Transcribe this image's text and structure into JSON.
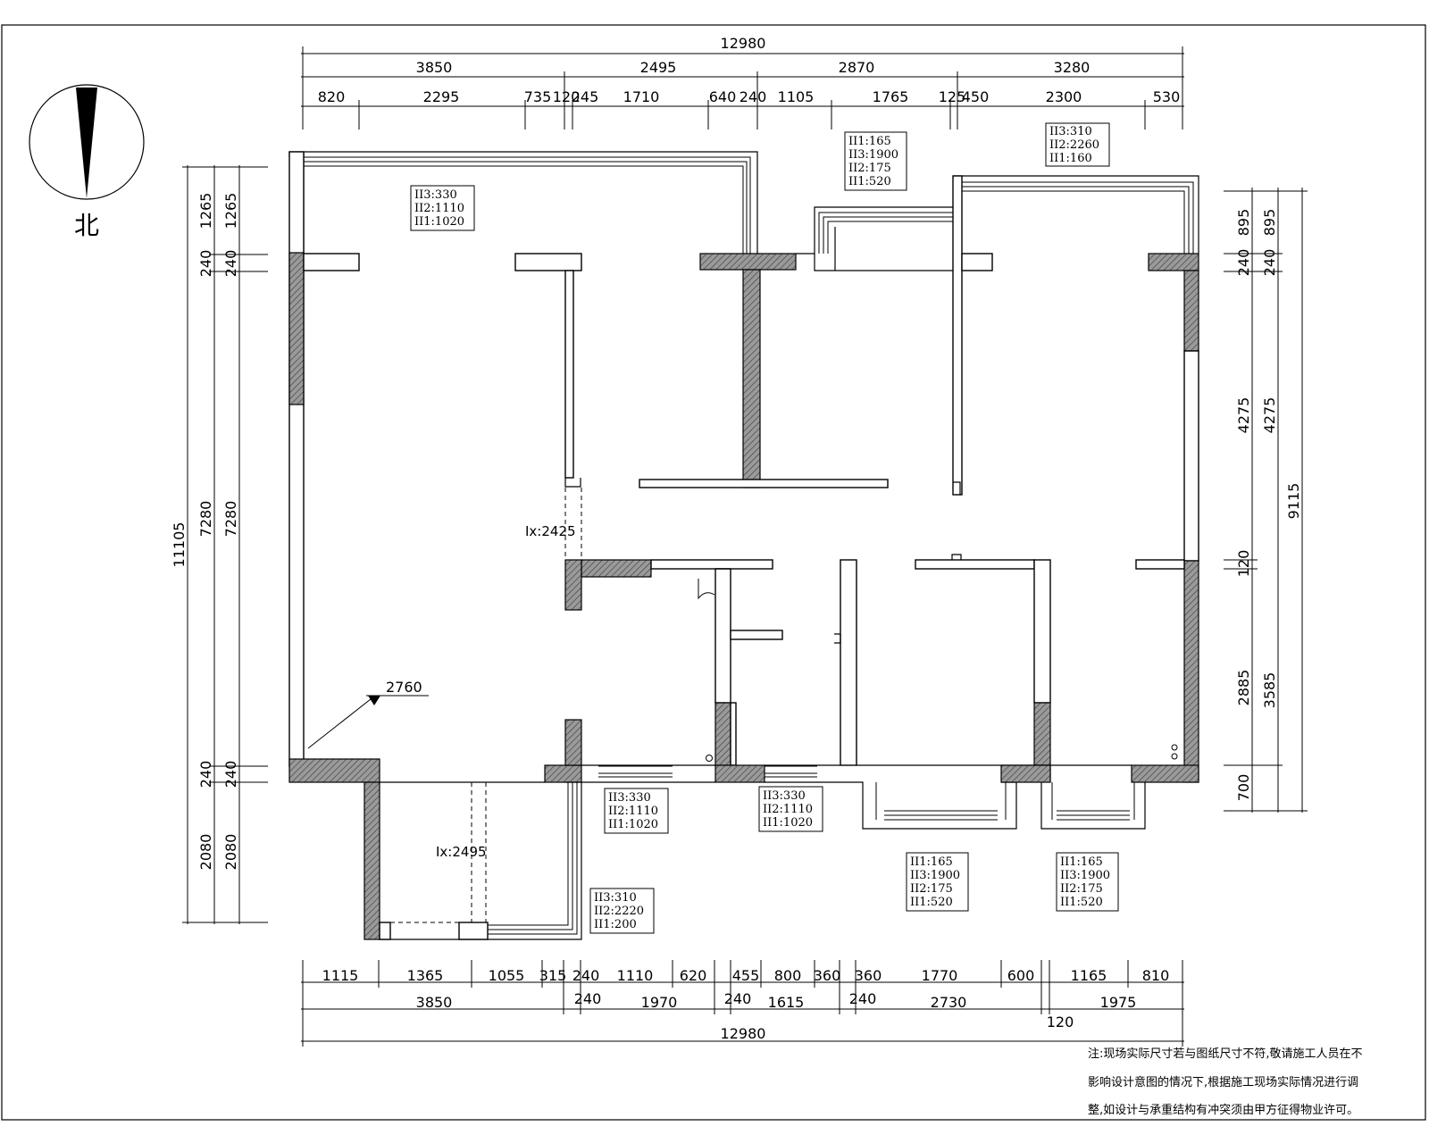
{
  "compass": {
    "label": "北"
  },
  "dims": {
    "top_total": "12980",
    "top_mid": [
      "3850",
      "2495",
      "2870",
      "3280"
    ],
    "top_detail": [
      "820",
      "2295",
      "735",
      "120",
      "245",
      "1710",
      "640",
      "240",
      "1105",
      "1765",
      "125",
      "450",
      "2300",
      "530"
    ],
    "bottom_detail": [
      "1115",
      "1365",
      "1055",
      "315",
      "240",
      "1110",
      "620",
      "455",
      "800",
      "360",
      "360",
      "1770",
      "600",
      "1165",
      "810"
    ],
    "bottom_mid": [
      "3850",
      "240",
      "1970",
      "240",
      "1615",
      "240",
      "2730",
      "120",
      "1975"
    ],
    "bottom_total": "12980",
    "left_outer": "11105",
    "left_a": [
      "1265",
      "240",
      "7280",
      "240",
      "2080"
    ],
    "left_b": [
      "1265",
      "240",
      "7280",
      "240",
      "2080"
    ],
    "right_outer": "9115",
    "right_a": [
      "895",
      "240",
      "4275",
      "120",
      "2885",
      "700"
    ],
    "right_b": [
      "895",
      "240",
      "4275",
      "3585"
    ]
  },
  "windows": [
    {
      "lines": [
        "II3:330",
        "II2:1110",
        "II1:1020"
      ]
    },
    {
      "lines": [
        "II1:165",
        "II3:1900",
        "II2:175",
        "II1:520"
      ]
    },
    {
      "lines": [
        "II3:310",
        "II2:2260",
        "II1:160"
      ]
    },
    {
      "lines": [
        "II3:330",
        "II2:1110",
        "II1:1020"
      ]
    },
    {
      "lines": [
        "II3:330",
        "II2:1110",
        "II1:1020"
      ]
    },
    {
      "lines": [
        "II3:310",
        "II2:2220",
        "II1:200"
      ]
    },
    {
      "lines": [
        "II1:165",
        "II3:1900",
        "II2:175",
        "II1:520"
      ]
    },
    {
      "lines": [
        "II1:165",
        "II3:1900",
        "II2:175",
        "II1:520"
      ]
    }
  ],
  "beams": {
    "b1": "Ix:2425",
    "b2": "Ix:2495"
  },
  "elevation": "2760",
  "note": {
    "lines": [
      "注:现场实际尺寸若与图纸尺寸不符,敬请施工人员在不",
      "影响设计意图的情况下,根据施工现场实际情况进行调",
      "整,如设计与承重结构有冲突须由甲方征得物业许可。"
    ]
  }
}
